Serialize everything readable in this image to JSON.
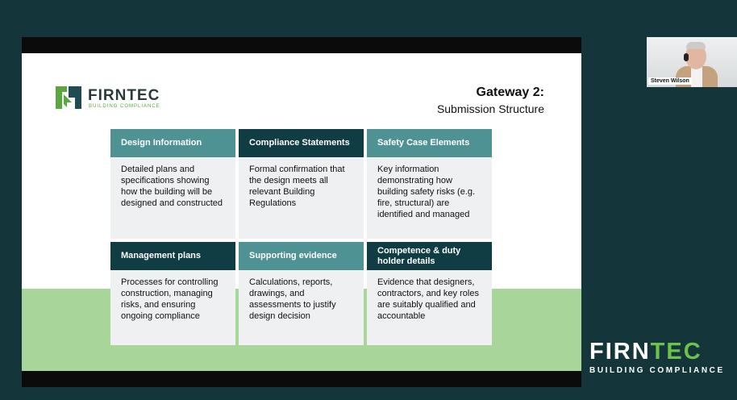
{
  "slide": {
    "logo": {
      "name": "FIRNTEC",
      "subtitle": "BUILDING COMPLIANCE"
    },
    "title": "Gateway 2:",
    "subtitle": "Submission Structure",
    "cards": [
      {
        "heading": "Design Information",
        "body": "Detailed plans and specifications showing how the building will be designed and constructed",
        "style": "teal"
      },
      {
        "heading": "Compliance Statements",
        "body": "Formal confirmation that the design meets all relevant Building Regulations",
        "style": "dark"
      },
      {
        "heading": "Safety Case Elements",
        "body": "Key information demonstrating how building safety risks (e.g. fire, structural) are identified and managed",
        "style": "teal"
      },
      {
        "heading": "Management plans",
        "body": "Processes for controlling construction, managing risks, and ensuring ongoing compliance",
        "style": "dark"
      },
      {
        "heading": "Supporting evidence",
        "body": "Calculations, reports, drawings, and assessments to justify design decision",
        "style": "teal"
      },
      {
        "heading": "Competence & duty holder details",
        "body": "Evidence that designers, contractors, and key roles are suitably qualified and accountable",
        "style": "dark"
      }
    ]
  },
  "webcam": {
    "participant_name": "Steven Wilson"
  },
  "brand": {
    "name_part1": "FIRN",
    "name_part2": "TEC",
    "subtitle": "BUILDING COMPLIANCE"
  },
  "colors": {
    "background": "#143539",
    "header_dark": "#0f3d43",
    "header_teal": "#4f9293",
    "accent_green": "#6cc24a",
    "band_green": "#a8d59a"
  }
}
